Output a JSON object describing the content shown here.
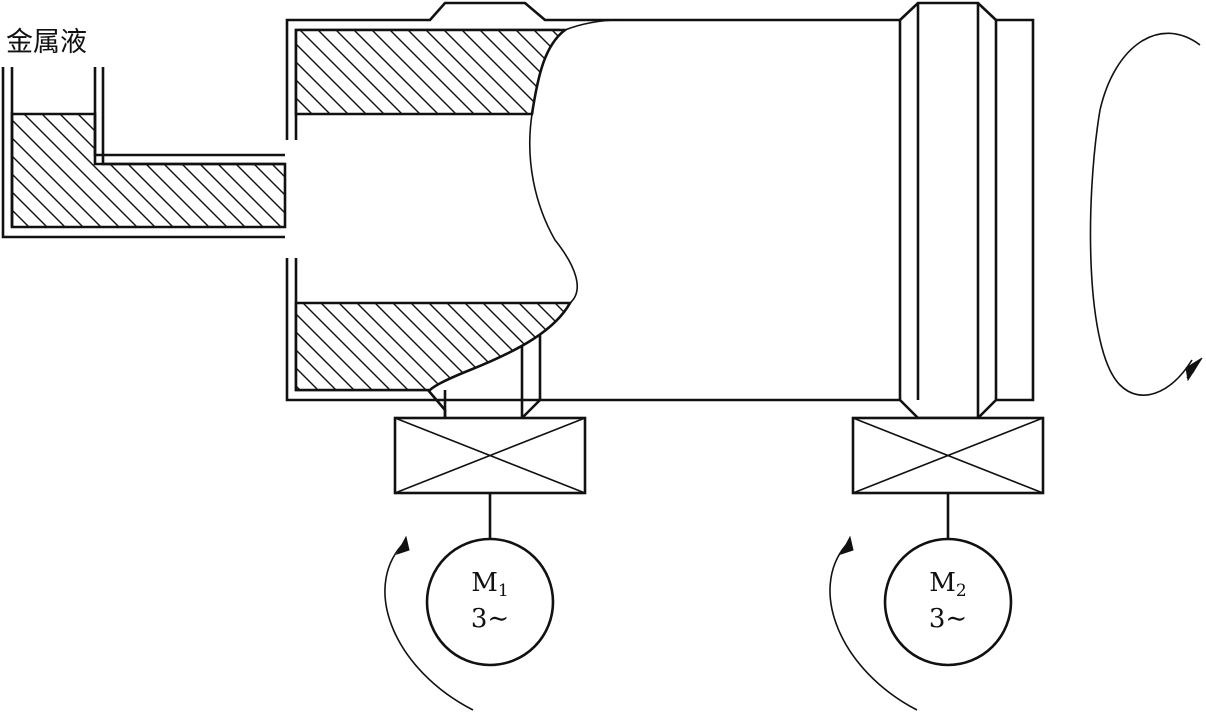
{
  "labels": {
    "molten_metal": "金属液"
  },
  "motors": [
    {
      "letter": "M",
      "index": "1",
      "phase": "3∼"
    },
    {
      "letter": "M",
      "index": "2",
      "phase": "3∼"
    }
  ]
}
